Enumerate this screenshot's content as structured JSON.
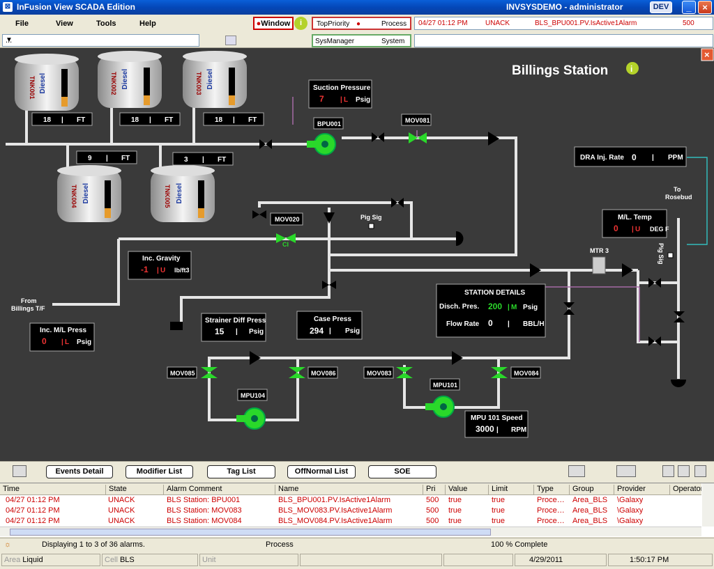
{
  "window": {
    "title": "InFusion View SCADA Edition",
    "user": "INVSYSDEMO - administrator",
    "dev": "DEV",
    "appicon": "⊠"
  },
  "menu": [
    "File",
    "View",
    "Tools",
    "Help"
  ],
  "toolbar": {
    "combo_value": "...",
    "window_btn": "Window",
    "top_priority": "TopPriority",
    "process": "Process",
    "sysmanager": "SysManager",
    "system": "System"
  },
  "alarm_strip": {
    "time": "04/27 01:12 PM",
    "state": "UNACK",
    "name": "BLS_BPU001.PV.IsActive1Alarm",
    "pri": "500"
  },
  "station": {
    "title": "Billings Station",
    "tanks": [
      {
        "id": "TNK001",
        "product": "Diesel",
        "level": "18",
        "unit": "FT"
      },
      {
        "id": "TNK002",
        "product": "Diesel",
        "level": "18",
        "unit": "FT"
      },
      {
        "id": "TNK003",
        "product": "Diesel",
        "level": "18",
        "unit": "FT"
      },
      {
        "id": "TNK004",
        "product": "Diesel",
        "level": "9",
        "unit": "FT"
      },
      {
        "id": "TNK005",
        "product": "Diesel",
        "level": "3",
        "unit": "FT"
      }
    ],
    "suction_pressure": {
      "label": "Suction Pressure",
      "value": "7",
      "flag": "L",
      "unit": "Psig"
    },
    "dra": {
      "label": "DRA Inj. Rate",
      "value": "0",
      "unit": "PPM"
    },
    "ml_temp": {
      "label": "M/L. Temp",
      "value": "0",
      "flag": "U",
      "unit": "DEG F"
    },
    "inc_gravity": {
      "label": "Inc. Gravity",
      "value": "-1",
      "flag": "U",
      "unit": "lb/ft3"
    },
    "inc_ml_press": {
      "label": "Inc. M/L Press",
      "value": "0",
      "flag": "L",
      "unit": "Psig"
    },
    "strainer": {
      "label": "Strainer Diff Press",
      "value": "15",
      "unit": "Psig"
    },
    "case_press": {
      "label": "Case Press",
      "value": "294",
      "unit": "Psig"
    },
    "details": {
      "title": "STATION DETAILS",
      "disch_label": "Disch. Pres.",
      "disch_value": "200",
      "disch_flag": "M",
      "disch_unit": "Psig",
      "flow_label": "Flow Rate",
      "flow_value": "0",
      "flow_unit": "BBL/H"
    },
    "mpu_speed": {
      "label": "MPU 101 Speed",
      "value": "3000",
      "unit": "RPM"
    },
    "tags": {
      "bpu001": "BPU001",
      "mov081": "MOV081",
      "mov020": "MOV020",
      "mpu104": "MPU104",
      "mpu101": "MPU101",
      "mov085": "MOV085",
      "mov086": "MOV086",
      "mov083": "MOV083",
      "mov084": "MOV084",
      "mtr3": "MTR 3",
      "pig_sig": "Pig Sig",
      "pig_sig2": "Pig Sig",
      "ci": "CI",
      "to": "To",
      "rosebud": "Rosebud",
      "from": "From",
      "billings_tf": "Billings T/F"
    }
  },
  "tabs": {
    "events": "Events Detail",
    "modifier": "Modifier List",
    "tag": "Tag List",
    "offnormal": "OffNormal List",
    "soe": "SOE"
  },
  "grid": {
    "columns": [
      "Time",
      "State",
      "Alarm Comment",
      "Name",
      "Pri",
      "Value",
      "Limit",
      "Type",
      "Group",
      "Provider",
      "Operator"
    ],
    "rows": [
      [
        "04/27 01:12 PM",
        "UNACK",
        "BLS Station: BPU001",
        "BLS_BPU001.PV.IsActive1Alarm",
        "500",
        "true",
        "true",
        "Proce…",
        "Area_BLS",
        "\\Galaxy"
      ],
      [
        "04/27 01:12 PM",
        "UNACK",
        "BLS Station: MOV083",
        "BLS_MOV083.PV.IsActive1Alarm",
        "500",
        "true",
        "true",
        "Proce…",
        "Area_BLS",
        "\\Galaxy"
      ],
      [
        "04/27 01:12 PM",
        "UNACK",
        "BLS Station: MOV084",
        "BLS_MOV084.PV.IsActive1Alarm",
        "500",
        "true",
        "true",
        "Proce…",
        "Area_BLS",
        "\\Galaxy"
      ]
    ]
  },
  "status": {
    "displaying": "Displaying 1 to 3 of 36 alarms.",
    "process": "Process",
    "complete": "100 % Complete"
  },
  "footer": {
    "area_label": "Area",
    "area_value": "Liquid",
    "cell_label": "Cell",
    "cell_value": "BLS",
    "unit_label": "Unit",
    "date": "4/29/2011",
    "time": "1:50:17 PM"
  },
  "colors": {
    "canvas": "#3a3a3a",
    "pipe": "#e8e8e8",
    "pump": "#2ad82a",
    "alarm_red": "#cc0000"
  }
}
